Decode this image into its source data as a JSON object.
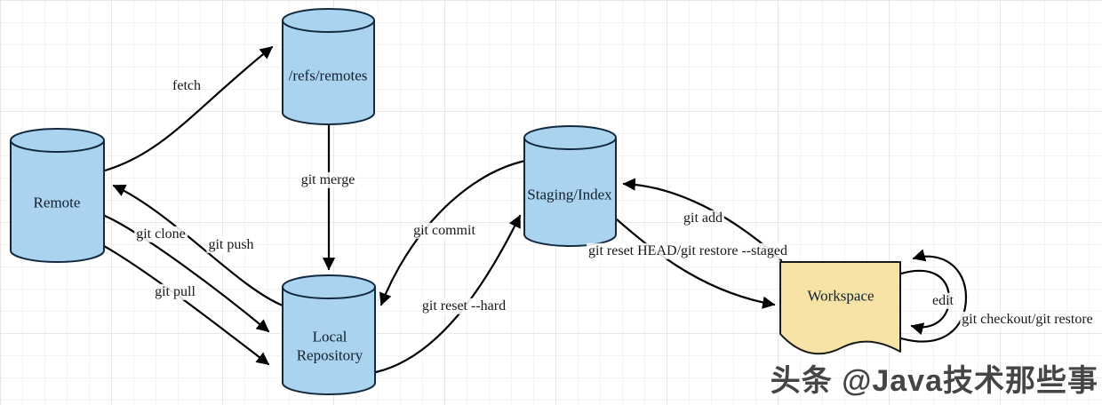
{
  "diagram": {
    "title_none": "",
    "nodes": {
      "remote": {
        "label": "Remote",
        "shape": "cylinder"
      },
      "refs_remotes": {
        "label": "/refs/remotes",
        "shape": "cylinder"
      },
      "staging_index": {
        "label": "Staging/Index",
        "shape": "cylinder"
      },
      "local_repository": {
        "label": "Local Repository",
        "shape": "cylinder"
      },
      "workspace": {
        "label": "Workspace",
        "shape": "document"
      }
    },
    "edges": {
      "fetch": {
        "label": "fetch",
        "from": "remote",
        "to": "refs_remotes"
      },
      "git_merge": {
        "label": "git merge",
        "from": "refs_remotes",
        "to": "local_repository"
      },
      "git_push": {
        "label": "git push",
        "from": "local_repository",
        "to": "remote"
      },
      "git_clone": {
        "label": "git clone",
        "from": "remote",
        "to": "local_repository"
      },
      "git_pull": {
        "label": "git pull",
        "from": "remote",
        "to": "local_repository"
      },
      "git_commit": {
        "label": "git commit",
        "from": "staging_index",
        "to": "local_repository"
      },
      "git_reset_hard": {
        "label": "git reset --hard",
        "from": "local_repository",
        "to": "staging_index"
      },
      "git_add": {
        "label": "git add",
        "from": "workspace",
        "to": "staging_index"
      },
      "git_reset_head": {
        "label": "git reset HEAD/git restore --staged",
        "from": "staging_index",
        "to": "workspace"
      },
      "edit": {
        "label": "edit",
        "from": "workspace",
        "to": "workspace"
      },
      "git_checkout": {
        "label": "git checkout/git restore",
        "from": "workspace",
        "to": "workspace"
      }
    },
    "colors": {
      "node_fill": "#a9d3ef",
      "node_stroke": "#13293d",
      "doc_fill": "#f6e3a5",
      "doc_stroke": "#1a1a1a",
      "arrow": "#000000"
    }
  },
  "watermark": {
    "text": "头条 @Java技术那些事",
    "color": "#454545"
  }
}
